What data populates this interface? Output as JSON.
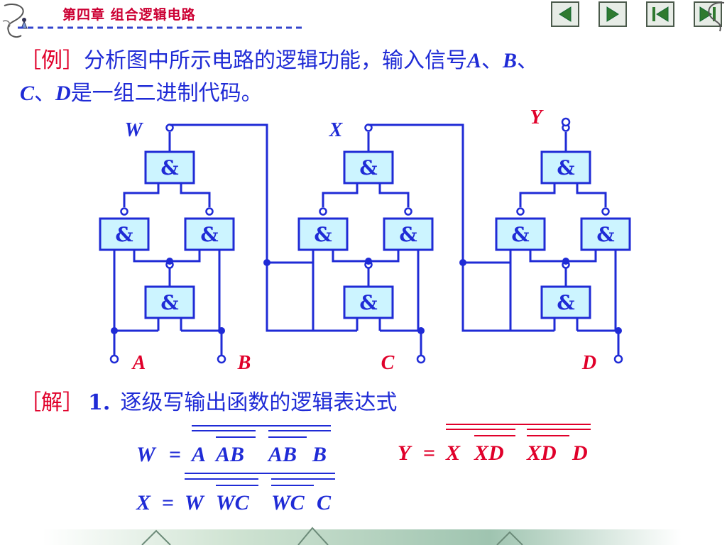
{
  "header": {
    "chapter_title": "第四章  组合逻辑电路"
  },
  "nav": {
    "prev_icon": "triangle-left-icon",
    "next_icon": "triangle-right-icon",
    "first_icon": "skip-first-icon",
    "last_icon": "skip-last-icon"
  },
  "problem": {
    "tag": "［例］",
    "line1_text": "分析图中所示电路的逻辑功能，输入信号",
    "var_a": "A",
    "sep1": "、",
    "var_b": "B",
    "sep2": "、",
    "var_c": "C",
    "sep3": "、",
    "var_d": "D",
    "line2_text": "是一组二进制代码。"
  },
  "circuit": {
    "gate_symbol": "&",
    "output_w": "W",
    "output_x": "X",
    "output_y": "Y",
    "input_a": "A",
    "input_b": "B",
    "input_c": "C",
    "input_d": "D"
  },
  "solution": {
    "tag": "［解］",
    "step_num": "1.",
    "step_text": "逐级写输出函数的逻辑表达式",
    "eq_w": {
      "lhs": "W",
      "eq": "=",
      "t1": "A",
      "t2": "AB",
      "t3": "AB",
      "t4": "B"
    },
    "eq_x": {
      "lhs": "X",
      "eq": "=",
      "t1": "W",
      "t2": "WC",
      "t3": "WC",
      "t4": "C"
    },
    "eq_y": {
      "lhs": "Y",
      "eq": "=",
      "t1": "X",
      "t2": "XD",
      "t3": "XD",
      "t4": "D"
    }
  },
  "colors": {
    "blue": "#1f2bd6",
    "red": "#e0002a",
    "gate_fill": "#ccf4ff",
    "wire": "#1f2bd6"
  }
}
